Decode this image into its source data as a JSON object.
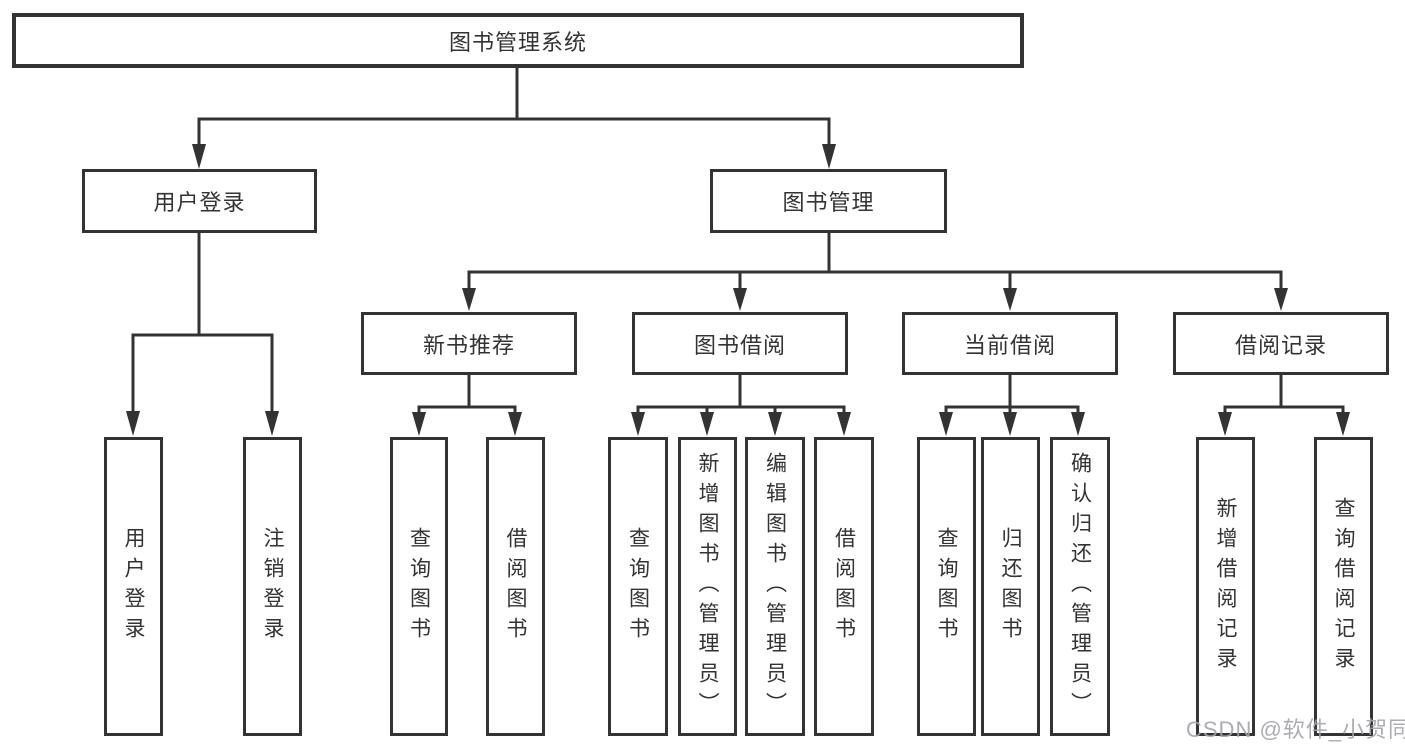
{
  "diagram": {
    "root_label": "图书管理系统",
    "branches": [
      {
        "label": "用户登录",
        "children": [
          "用户登录",
          "注销登录"
        ]
      },
      {
        "label": "图书管理",
        "groups": [
          {
            "label": "新书推荐",
            "children": [
              "查询图书",
              "借阅图书"
            ]
          },
          {
            "label": "图书借阅",
            "children": [
              "查询图书",
              "新增图书（管理员）",
              "编辑图书（管理员）",
              "借阅图书"
            ]
          },
          {
            "label": "当前借阅",
            "children": [
              "查询图书",
              "归还图书",
              "确认归还（管理员）"
            ]
          },
          {
            "label": "借阅记录",
            "children": [
              "新增借阅记录",
              "查询借阅记录"
            ]
          }
        ]
      }
    ]
  },
  "watermark": "CSDN @软件_小贺同学",
  "colors": {
    "line": "#333333",
    "box_border": "#333333",
    "box_fill": "#ffffff",
    "text": "#333333",
    "watermark": "#a3a3aa",
    "canvas_bg": "#ffffff"
  }
}
